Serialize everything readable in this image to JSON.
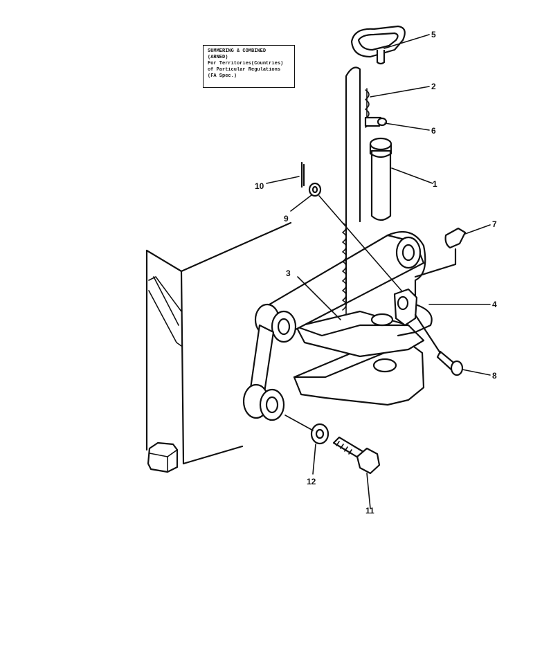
{
  "note": {
    "line1": "SUMMERING & COMBINED",
    "line2": "(ARNED)",
    "line3": "For Territories(Countries)",
    "line4": "of Particular Regulations",
    "line5": "(FA Spec.)"
  },
  "callouts": [
    {
      "id": "c5",
      "label": "5"
    },
    {
      "id": "c2",
      "label": "2"
    },
    {
      "id": "c6",
      "label": "6"
    },
    {
      "id": "c1",
      "label": "1"
    },
    {
      "id": "c10",
      "label": "10"
    },
    {
      "id": "c9",
      "label": "9"
    },
    {
      "id": "c7",
      "label": "7"
    },
    {
      "id": "c3",
      "label": "3"
    },
    {
      "id": "c4",
      "label": "4"
    },
    {
      "id": "c8",
      "label": "8"
    },
    {
      "id": "c12",
      "label": "12"
    },
    {
      "id": "c11",
      "label": "11"
    }
  ]
}
